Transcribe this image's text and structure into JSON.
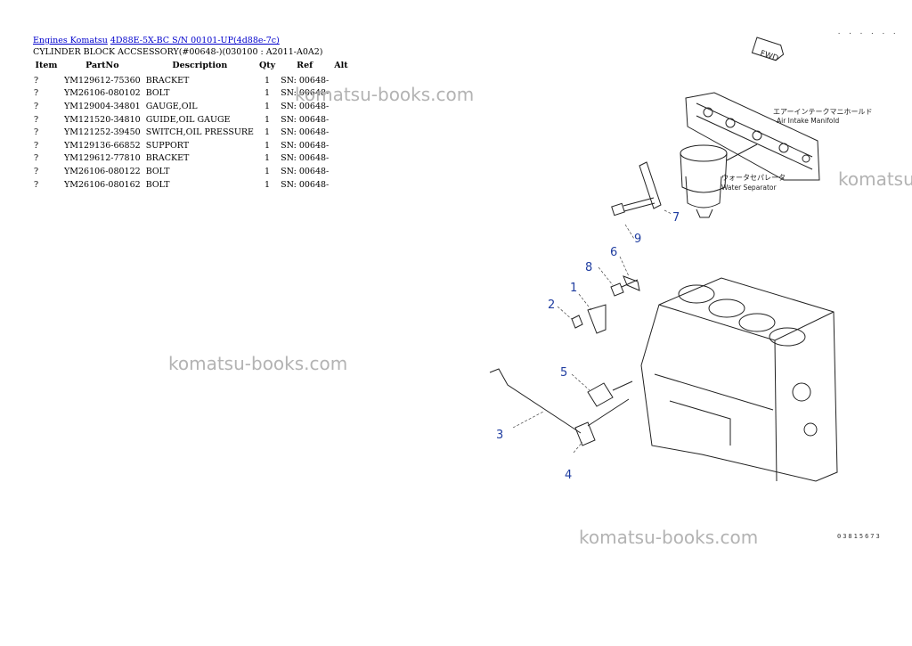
{
  "breadcrumb": {
    "link1": "Engines Komatsu",
    "link2": "4D88E-5X-BC S/N 00101-UP(4d88e-7c)"
  },
  "page_title": "CYLINDER BLOCK ACCSESSORY(#00648-)(030100 : A2011-A0A2)",
  "table": {
    "headers": {
      "item": "Item",
      "part": "PartNo",
      "desc": "Description",
      "qty": "Qty",
      "ref": "Ref",
      "alt": "Alt"
    },
    "rows": [
      {
        "item": "?",
        "part": "YM129612-75360",
        "desc": "BRACKET",
        "qty": "1",
        "ref": "SN: 00648-"
      },
      {
        "item": "?",
        "part": "YM26106-080102",
        "desc": "BOLT",
        "qty": "1",
        "ref": "SN: 00648-"
      },
      {
        "item": "?",
        "part": "YM129004-34801",
        "desc": "GAUGE,OIL",
        "qty": "1",
        "ref": "SN: 00648-"
      },
      {
        "item": "?",
        "part": "YM121520-34810",
        "desc": "GUIDE,OIL GAUGE",
        "qty": "1",
        "ref": "SN: 00648-"
      },
      {
        "item": "?",
        "part": "YM121252-39450",
        "desc": "SWITCH,OIL PRESSURE",
        "qty": "1",
        "ref": "SN: 00648-"
      },
      {
        "item": "?",
        "part": "YM129136-66852",
        "desc": "SUPPORT",
        "qty": "1",
        "ref": "SN: 00648-"
      },
      {
        "item": "?",
        "part": "YM129612-77810",
        "desc": "BRACKET",
        "qty": "1",
        "ref": "SN: 00648-"
      },
      {
        "item": "?",
        "part": "YM26106-080122",
        "desc": "BOLT",
        "qty": "1",
        "ref": "SN: 00648-"
      },
      {
        "item": "?",
        "part": "YM26106-080162",
        "desc": "BOLT",
        "qty": "1",
        "ref": "SN: 00648-"
      }
    ]
  },
  "watermark": "komatsu-books.com",
  "diagram": {
    "fwd_label": "FWD",
    "manifold_jp": "エアーインテークマニホールド",
    "manifold_en": "Air Intake Manifold",
    "separator_jp": "ウォータセパレータ",
    "separator_en": "Water Separator",
    "callouts": [
      "1",
      "2",
      "3",
      "4",
      "5",
      "6",
      "7",
      "8",
      "9"
    ],
    "drawing_code": "03815673",
    "top_marks": "· · · · · ·"
  },
  "colors": {
    "link": "#0000cc",
    "callout": "#1f3da0",
    "watermark": "#b3b3b3"
  }
}
